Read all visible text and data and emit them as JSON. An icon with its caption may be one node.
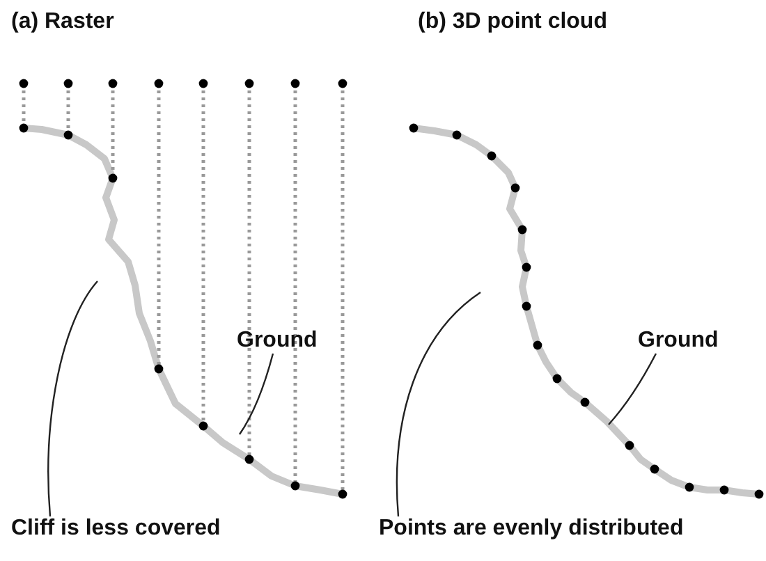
{
  "diagram": {
    "nodes": [
      {
        "text": [
          "Ground"
        ]
      },
      {
        "text": [
          "Cliff is less covered"
        ]
      },
      {
        "text": [
          "Ground"
        ]
      },
      {
        "text": [
          "Points are evenly distributed"
        ]
      }
    ],
    "edges": [
      {
        "from": 0,
        "to": null,
        "arrow": "none"
      },
      {
        "from": 1,
        "to": null,
        "arrow": "none"
      },
      {
        "from": 2,
        "to": null,
        "arrow": "none"
      },
      {
        "from": 3,
        "to": null,
        "arrow": "none"
      }
    ],
    "labels": [
      "(a) Raster",
      "(b) 3D point cloud"
    ]
  }
}
